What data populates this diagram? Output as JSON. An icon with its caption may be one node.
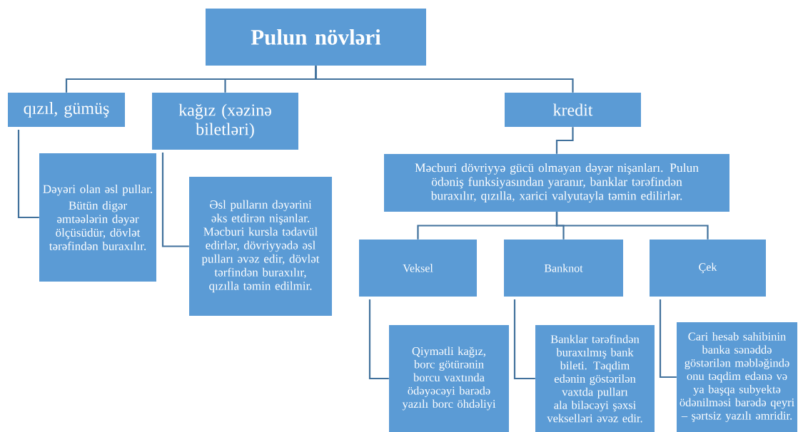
{
  "diagram": {
    "nodes": [
      {
        "text": [
          "Pulun növləri"
        ]
      },
      {
        "text": [
          "qızıl, gümüş"
        ]
      },
      {
        "text": [
          "kağız (xəzinə biletləri)"
        ]
      },
      {
        "text": [
          "kredit"
        ]
      },
      {
        "text": [
          "Dəyəri olan əsl pullar.",
          "Bütün digər əmtəələrin dəyər ölçüsüdür, dövlət tərəfindən buraxılır."
        ]
      },
      {
        "text": [
          "Əsl pulların dəyərini əks etdirən nişanlar. Məcburi kursla tədavül edirlər, dövriyyədə əsl pulları əvəz edir, dövlət tərfindən buraxılır, qızılla təmin edilmir."
        ]
      },
      {
        "text": [
          "Məcburi dövriyyə gücü olmayan dəyər nişanları. Pulun ödəniş funksiyasından yaranır, banklar tərəfindən buraxılır, qızılla, xarici valyutayla təmin edilirlər."
        ]
      },
      {
        "text": [
          "Veksel"
        ]
      },
      {
        "text": [
          "Banknot"
        ]
      },
      {
        "text": [
          "Çek"
        ]
      },
      {
        "text": [
          "Qiymətli kağız, borc götürənin borcu vaxtında ödəyəcəyi barədə yazılı borc öhdəliyi"
        ]
      },
      {
        "text": [
          "Banklar tərəfindən buraxılmış bank bileti. Təqdim edənin göstərilən vaxtda pulları ala biləcəyi şəxsi vekselləri əvəz edir."
        ]
      },
      {
        "text": [
          "Cari hesab sahibinin banka sənəddə göstərilən məbləğində onu təqdim edənə və ya başqa subyektə ödənilməsi barədə qeyri – şərtsiz yazılı əmridir."
        ]
      }
    ],
    "edges": [
      {
        "from": 0,
        "to": 1,
        "arrow": "none"
      },
      {
        "from": 0,
        "to": 2,
        "arrow": "none"
      },
      {
        "from": 0,
        "to": 3,
        "arrow": "none"
      },
      {
        "from": 1,
        "to": 4,
        "arrow": "none"
      },
      {
        "from": 2,
        "to": 5,
        "arrow": "none"
      },
      {
        "from": 3,
        "to": 6,
        "arrow": "none"
      },
      {
        "from": 6,
        "to": 7,
        "arrow": "none"
      },
      {
        "from": 6,
        "to": 8,
        "arrow": "none"
      },
      {
        "from": 6,
        "to": 9,
        "arrow": "none"
      },
      {
        "from": 7,
        "to": 10,
        "arrow": "none"
      },
      {
        "from": 8,
        "to": 11,
        "arrow": "none"
      },
      {
        "from": 9,
        "to": 12,
        "arrow": "none"
      }
    ]
  }
}
